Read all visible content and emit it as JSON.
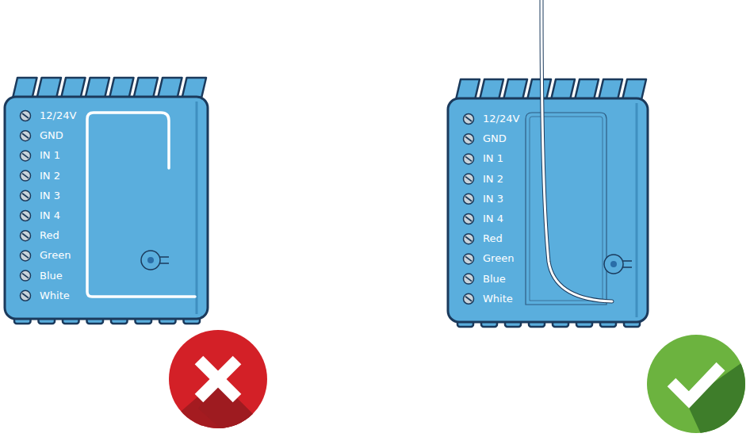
{
  "diagram": {
    "nodes": [
      {
        "text": [
          "12/24V",
          "GND",
          "IN 1",
          "IN 2",
          "IN 3",
          "IN 4",
          "Red",
          "Green",
          "Blue",
          "White"
        ]
      },
      {
        "text": [
          "12/24V",
          "GND",
          "IN 1",
          "IN 2",
          "IN 3",
          "IN 4",
          "Red",
          "Green",
          "Blue",
          "White"
        ]
      }
    ]
  }
}
